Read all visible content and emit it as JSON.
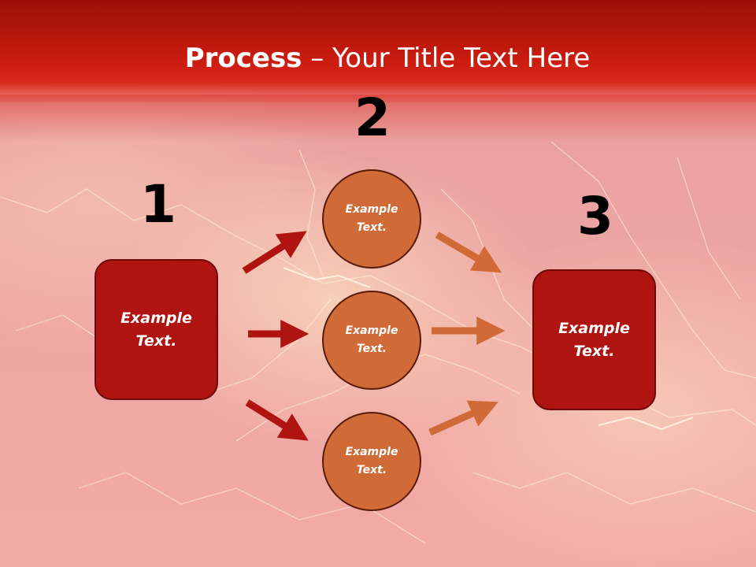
{
  "title": {
    "bold": "Process",
    "rest": " – Your Title Text Here"
  },
  "steps": [
    {
      "number": "1",
      "text_line1": "Example",
      "text_line2": "Text."
    },
    {
      "number": "2",
      "items": [
        {
          "text_line1": "Example",
          "text_line2": "Text."
        },
        {
          "text_line1": "Example",
          "text_line2": "Text."
        },
        {
          "text_line1": "Example",
          "text_line2": "Text."
        }
      ]
    },
    {
      "number": "3",
      "text_line1": "Example",
      "text_line2": "Text."
    }
  ],
  "colors": {
    "header": "#c81a0e",
    "box_fill": "#b01410",
    "circle_fill": "#d06a36",
    "arrow_left": "#b01410",
    "arrow_right": "#d06a36"
  }
}
